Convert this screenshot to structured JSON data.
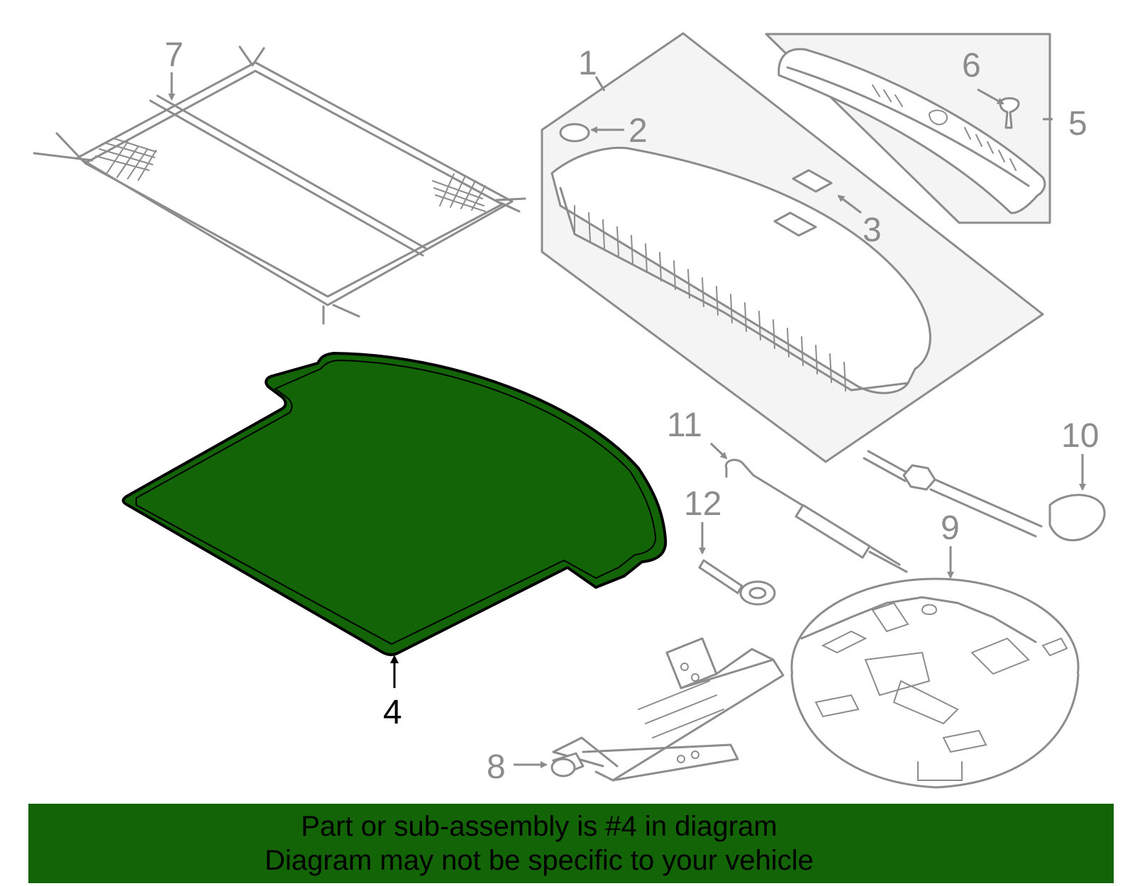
{
  "colors": {
    "highlight": "#136307",
    "outline": "#8c8c8c",
    "banner_bg": "#136307",
    "banner_text": "#000000"
  },
  "callouts": {
    "c1": "1",
    "c2": "2",
    "c3": "3",
    "c4": "4",
    "c5": "5",
    "c6": "6",
    "c7": "7",
    "c8": "8",
    "c9": "9",
    "c10": "10",
    "c11": "11",
    "c12": "12"
  },
  "highlighted_part": "4",
  "banner": {
    "line1": "Part or sub-assembly is #4 in diagram",
    "line2": "Diagram may not be specific to your vehicle"
  }
}
